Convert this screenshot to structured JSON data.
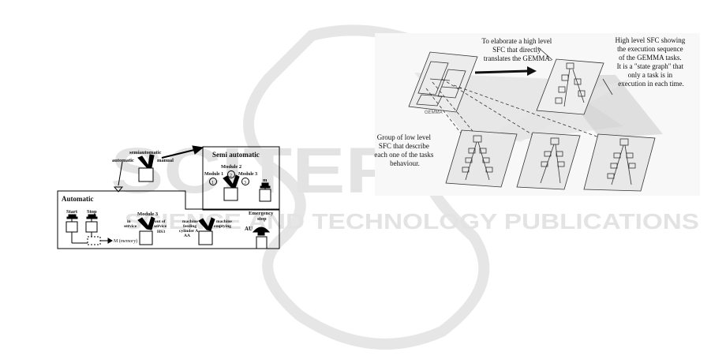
{
  "left_figure": {
    "semi_title": "Semi automatic",
    "auto_title": "Automatic",
    "selector_semiautomatic": "semiautomatic",
    "selector_automatic": "automatic",
    "selector_manual": "manual",
    "module2": "Module 2",
    "module1": "Module 1",
    "module3_top": "Module 3",
    "num1": "1",
    "num2": "2",
    "num3": "3",
    "m_label": "m",
    "start": "Start",
    "stop": "Stop",
    "memory_prefix": "M (",
    "memory_word": "memory",
    "memory_suffix": ")",
    "module3": "Module 3",
    "in_service": [
      "in",
      "service"
    ],
    "out_of_service": [
      "out of",
      "service",
      "HS3"
    ],
    "machine_feeding": [
      "machine",
      "feeding",
      "cylinder A",
      "AA"
    ],
    "machine_emptying": [
      "machine",
      "emptying"
    ],
    "emergency": [
      "Emergency",
      "stop"
    ],
    "au": "AU"
  },
  "right_figure": {
    "top_caption": [
      "To elaborate a high level",
      "SFC that directly",
      "translates the GEMMA."
    ],
    "right_caption": [
      "High level SFC showing",
      "the execution sequence",
      "of the GEMMA tasks.",
      "It is a \"state graph\" that",
      "only a task is in",
      "execution in each time."
    ],
    "left_caption": [
      "Group of low level",
      "SFC that describe",
      "each one of the tasks",
      "behaviour."
    ],
    "gemma_label": "GEMMA"
  },
  "watermark": {
    "main": "SCITEPRESS",
    "sub": "SCIENCE AND TECHNOLOGY PUBLICATIONS"
  }
}
